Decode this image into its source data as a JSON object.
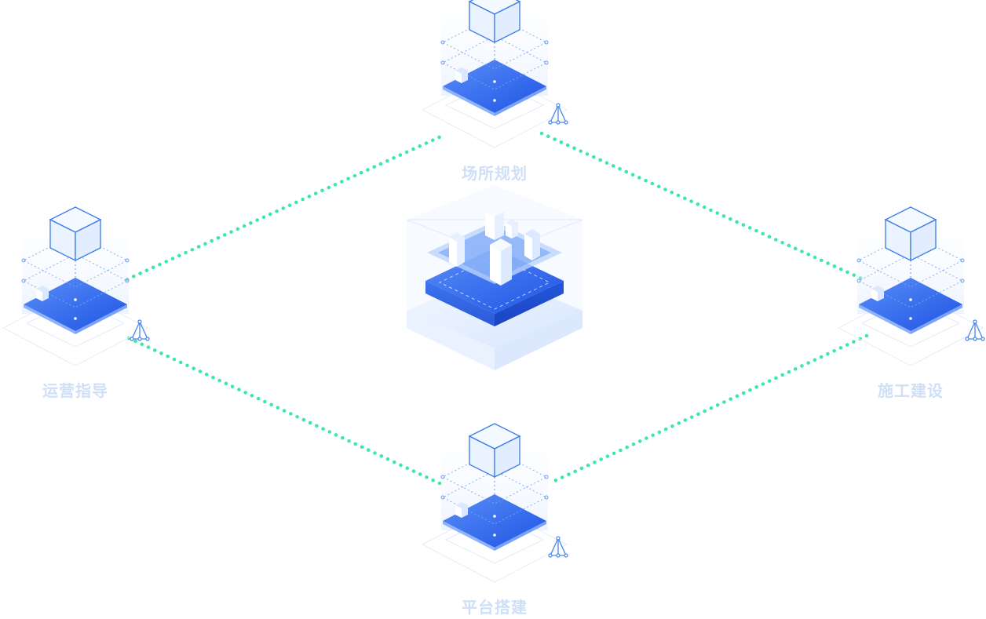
{
  "colors": {
    "accent_blue": "#2f6df0",
    "connector_green": "#3be8a8",
    "label_color": "#cfe0f6",
    "panel_tint": "#e8f2ff"
  },
  "nodes": {
    "top": {
      "label": "场所规划",
      "icon": "isometric-cube-platform-icon"
    },
    "left": {
      "label": "运营指导",
      "icon": "isometric-cube-platform-icon"
    },
    "right": {
      "label": "施工建设",
      "icon": "isometric-cube-platform-icon"
    },
    "bottom": {
      "label": "平台搭建",
      "icon": "isometric-cube-platform-icon"
    }
  },
  "center": {
    "icon": "isometric-city-platform-icon"
  },
  "connectors": [
    {
      "from": "top",
      "to": "right"
    },
    {
      "from": "right",
      "to": "bottom"
    },
    {
      "from": "bottom",
      "to": "left"
    },
    {
      "from": "left",
      "to": "top"
    }
  ]
}
